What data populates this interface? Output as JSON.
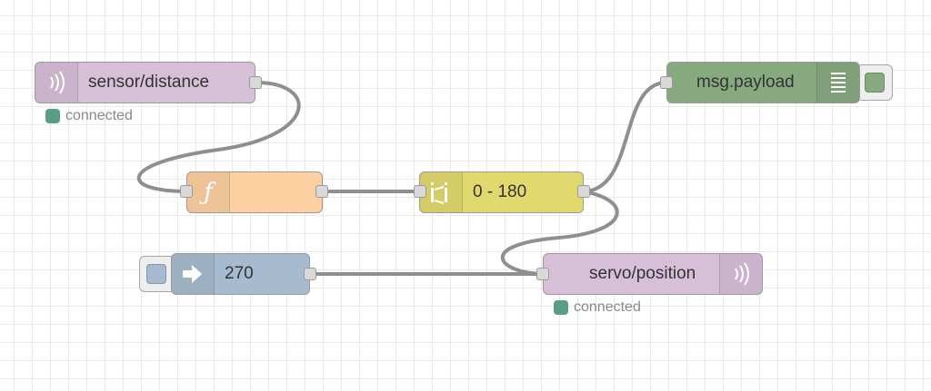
{
  "colors": {
    "mqtt_node": "#d8bfd8",
    "function_node": "#fdd0a2",
    "range_node": "#e2d96e",
    "inject_node": "#a6bbcf",
    "debug_node": "#87a980",
    "wire": "#8f8f8f",
    "status_connected": "#5a9e83"
  },
  "nodes": {
    "mqtt_in": {
      "label": "sensor/distance",
      "icon": "wifi-wave-icon",
      "status": "connected"
    },
    "function": {
      "label": "",
      "icon": "function-icon"
    },
    "range": {
      "label": "0 - 180",
      "icon": "range-icon"
    },
    "debug": {
      "label": "msg.payload",
      "icon": "list-icon"
    },
    "inject": {
      "label": "270",
      "icon": "arrow-right-icon"
    },
    "mqtt_out": {
      "label": "servo/position",
      "icon": "wifi-wave-icon",
      "status": "connected"
    }
  }
}
